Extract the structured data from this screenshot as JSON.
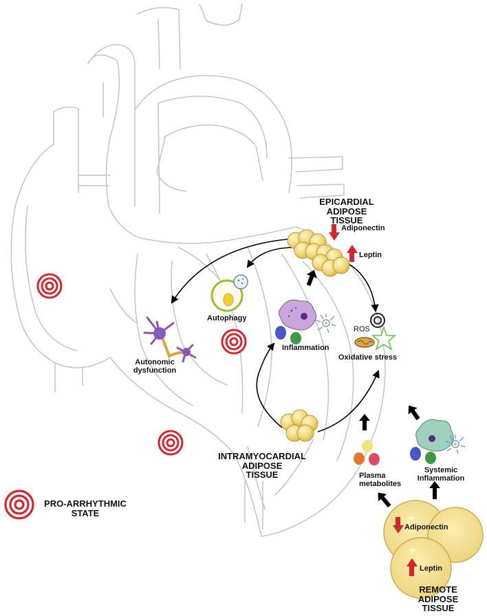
{
  "regions": {
    "epicardial": [
      "EPICARDIAL",
      "ADIPOSE",
      "TISSUE"
    ],
    "intramyocardial": [
      "INTRAMYOCARDIAL",
      "ADIPOSE",
      "TISSUE"
    ],
    "remote": [
      "REMOTE",
      "ADIPOSE",
      "TISSUE"
    ]
  },
  "epicardial_mediators": {
    "adiponectin": "Adiponectin",
    "adiponectin_direction": "down",
    "leptin": "Leptin",
    "leptin_direction": "up"
  },
  "remote_mediators": {
    "adiponectin": "Adiponectin",
    "adiponectin_direction": "down",
    "leptin": "Leptin",
    "leptin_direction": "up"
  },
  "effects": {
    "autophagy": "Autophagy",
    "autonomic": [
      "Autonomic",
      "dysfunction"
    ],
    "inflammation": "Inflammation",
    "ros": "ROS",
    "oxidative_stress": "Oxidative stress",
    "plasma": [
      "Plasma",
      "metabolites"
    ],
    "systemic": [
      "Systemic",
      "Inflammation"
    ]
  },
  "legend": [
    "PRO-ARRHYTHMIC",
    "STATE"
  ],
  "colors": {
    "heart_outline": "#c6c6c6",
    "target_red": "#d8242c",
    "adipose_fill": "#f0d878",
    "adipose_stroke": "#b89a3a",
    "increase_arrow": "#d8242c",
    "decrease_arrow": "#d8242c",
    "neuron": "#8a55b5",
    "macrophage": "#c9a6dc",
    "macrophage_systemic": "#9fd0b9"
  }
}
